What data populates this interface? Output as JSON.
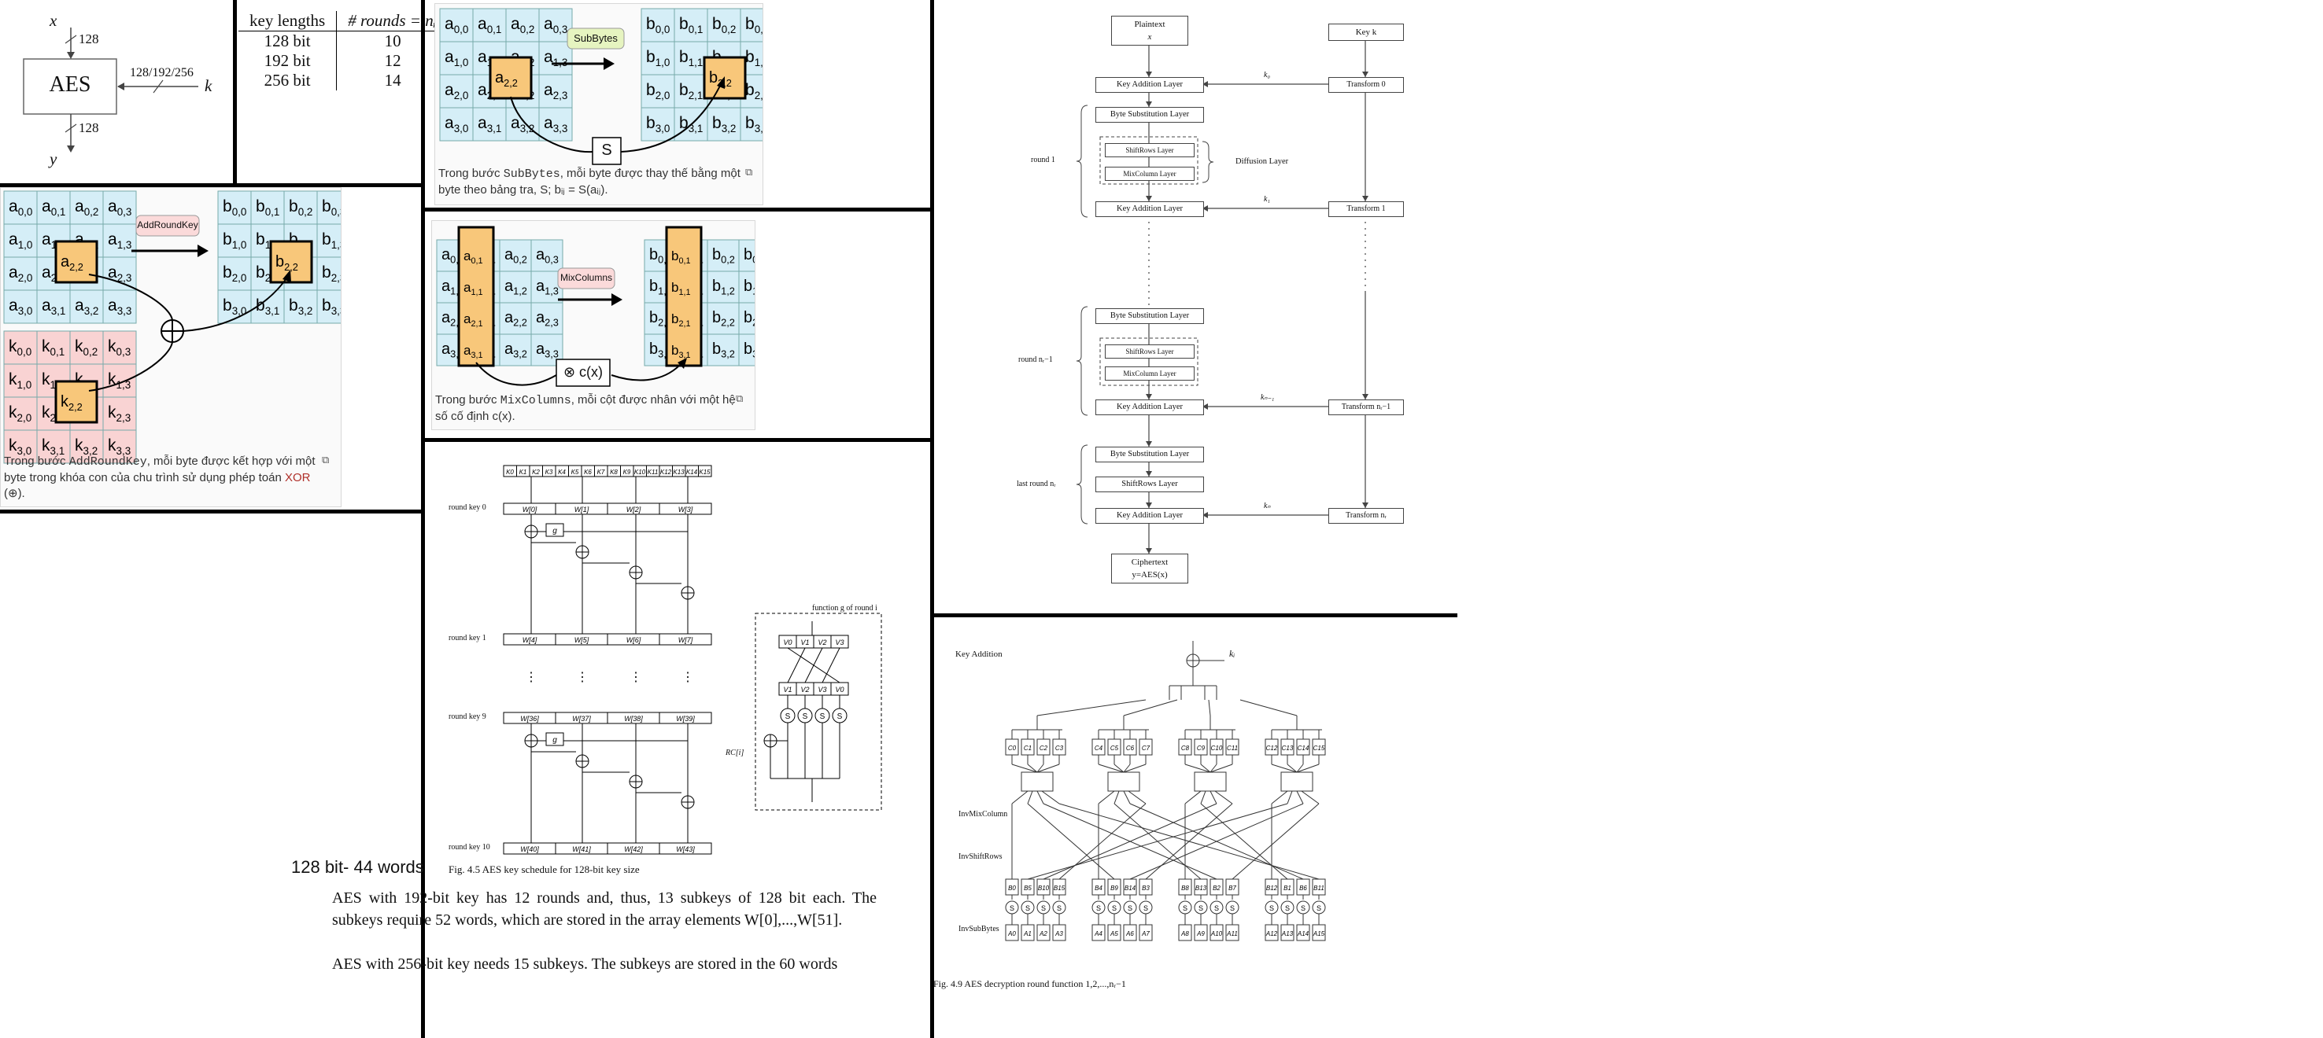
{
  "aes_box": {
    "x_label": "x",
    "y_label": "y",
    "k_label": "k",
    "title": "AES",
    "in_bits": "128",
    "out_bits": "128",
    "key_bits": "128/192/256"
  },
  "key_table": {
    "headers": [
      "key lengths",
      "# rounds = nᵣ"
    ],
    "rows": [
      [
        "128 bit",
        "10"
      ],
      [
        "192 bit",
        "12"
      ],
      [
        "256 bit",
        "14"
      ]
    ]
  },
  "subbytes": {
    "op_label": "SubBytes",
    "sbox_label": "S",
    "caption_pre": "Trong bước ",
    "caption_code": "SubBytes",
    "caption_post": ", mỗi byte được thay thế bằng một byte theo bảng tra, S; bᵢⱼ = S(aᵢⱼ)."
  },
  "addroundkey": {
    "op_label": "AddRoundKey",
    "caption_pre": "Trong bước ",
    "caption_code": "AddRoundKey",
    "caption_post": ", mỗi byte được kết hợp với một byte trong khóa con của chu trình sử dụng phép toán",
    "caption_link": "XOR",
    "caption_end": " (⊕)."
  },
  "mixcolumns": {
    "op_label": "MixColumns",
    "cx_label": "⊗ c(x)",
    "caption_pre": "Trong bước ",
    "caption_code": "MixColumns",
    "caption_post": ", mỗi cột được nhân với một hệ số cố định c(x)."
  },
  "key_schedule": {
    "round_labels": [
      "round key 0",
      "round key 1",
      "round key 9",
      "round key 10"
    ],
    "w_rows": [
      [
        "W[0]",
        "W[1]",
        "W[2]",
        "W[3]"
      ],
      [
        "W[4]",
        "W[5]",
        "W[6]",
        "W[7]"
      ],
      [
        "W[36]",
        "W[37]",
        "W[38]",
        "W[39]"
      ],
      [
        "W[40]",
        "W[41]",
        "W[42]",
        "W[43]"
      ]
    ],
    "k_labels": [
      "K0",
      "K1",
      "K2",
      "K3",
      "K4",
      "K5",
      "K6",
      "K7",
      "K8",
      "K9",
      "K10",
      "K11",
      "K12",
      "K13",
      "K14",
      "K15"
    ],
    "g_label": "g",
    "function_label": "function g of round i",
    "v_labels": [
      "V0",
      "V1",
      "V2",
      "V3"
    ],
    "rc_label": "RC[i]",
    "caption": "Fig. 4.5  AES key schedule for 128-bit key size"
  },
  "note_128": "128 bit- 44 words",
  "para1": "AES with 192-bit key has 12 rounds and, thus, 13 subkeys of 128 bit each. The subkeys require 52 words, which are stored in the array elements W[0],...,W[51].",
  "para2": "AES with 256-bit key needs 15 subkeys. The subkeys are stored in the 60 words",
  "flow": {
    "plaintext": "Plaintext",
    "plaintext_sub": "x",
    "key": "Key  k",
    "kal": "Key Addition Layer",
    "bsl": "Byte Substitution Layer",
    "srl": "ShiftRows Layer",
    "mcl": "MixColumn Layer",
    "transform0": "Transform  0",
    "transform1": "Transform  1",
    "transform_nm1": "Transform  nᵣ−1",
    "transform_n": "Transform  nᵣ",
    "round1": "round  1",
    "round_nm1": "round  nᵣ−1",
    "last_round": "last round  nᵣ",
    "diffusion": "Diffusion Layer",
    "k0": "k₀",
    "k1": "k₁",
    "knm1": "kₙ₋₁",
    "kn": "kₙ",
    "ciphertext": "Ciphertext",
    "ciphertext_sub": "y=AES(x)"
  },
  "decryption": {
    "key_addition": "Key Addition",
    "ki": "kᵢ",
    "invmix": "InvMixColumn",
    "invshift": "InvShiftRows",
    "invsub": "InvSubBytes",
    "c_labels": [
      "C0",
      "C1",
      "C2",
      "C3",
      "C4",
      "C5",
      "C6",
      "C7",
      "C8",
      "C9",
      "C10",
      "C11",
      "C12",
      "C13",
      "C14",
      "C15"
    ],
    "b_labels": [
      "B0",
      "B5",
      "B10",
      "B15",
      "B4",
      "B9",
      "B14",
      "B3",
      "B8",
      "B13",
      "B2",
      "B7",
      "B12",
      "B1",
      "B6",
      "B11"
    ],
    "a_labels": [
      "A0",
      "A1",
      "A2",
      "A3",
      "A4",
      "A5",
      "A6",
      "A7",
      "A8",
      "A9",
      "A10",
      "A11",
      "A12",
      "A13",
      "A14",
      "A15"
    ],
    "caption": "Fig. 4.9  AES decryption round function 1,2,...,nᵣ−1"
  },
  "colors": {
    "cell_blue": "#d5eef7",
    "cell_orange": "#f8c77a",
    "cell_pink": "#f9d3d3",
    "label_green": "#e6f4c0",
    "label_pink": "#fbdada"
  }
}
